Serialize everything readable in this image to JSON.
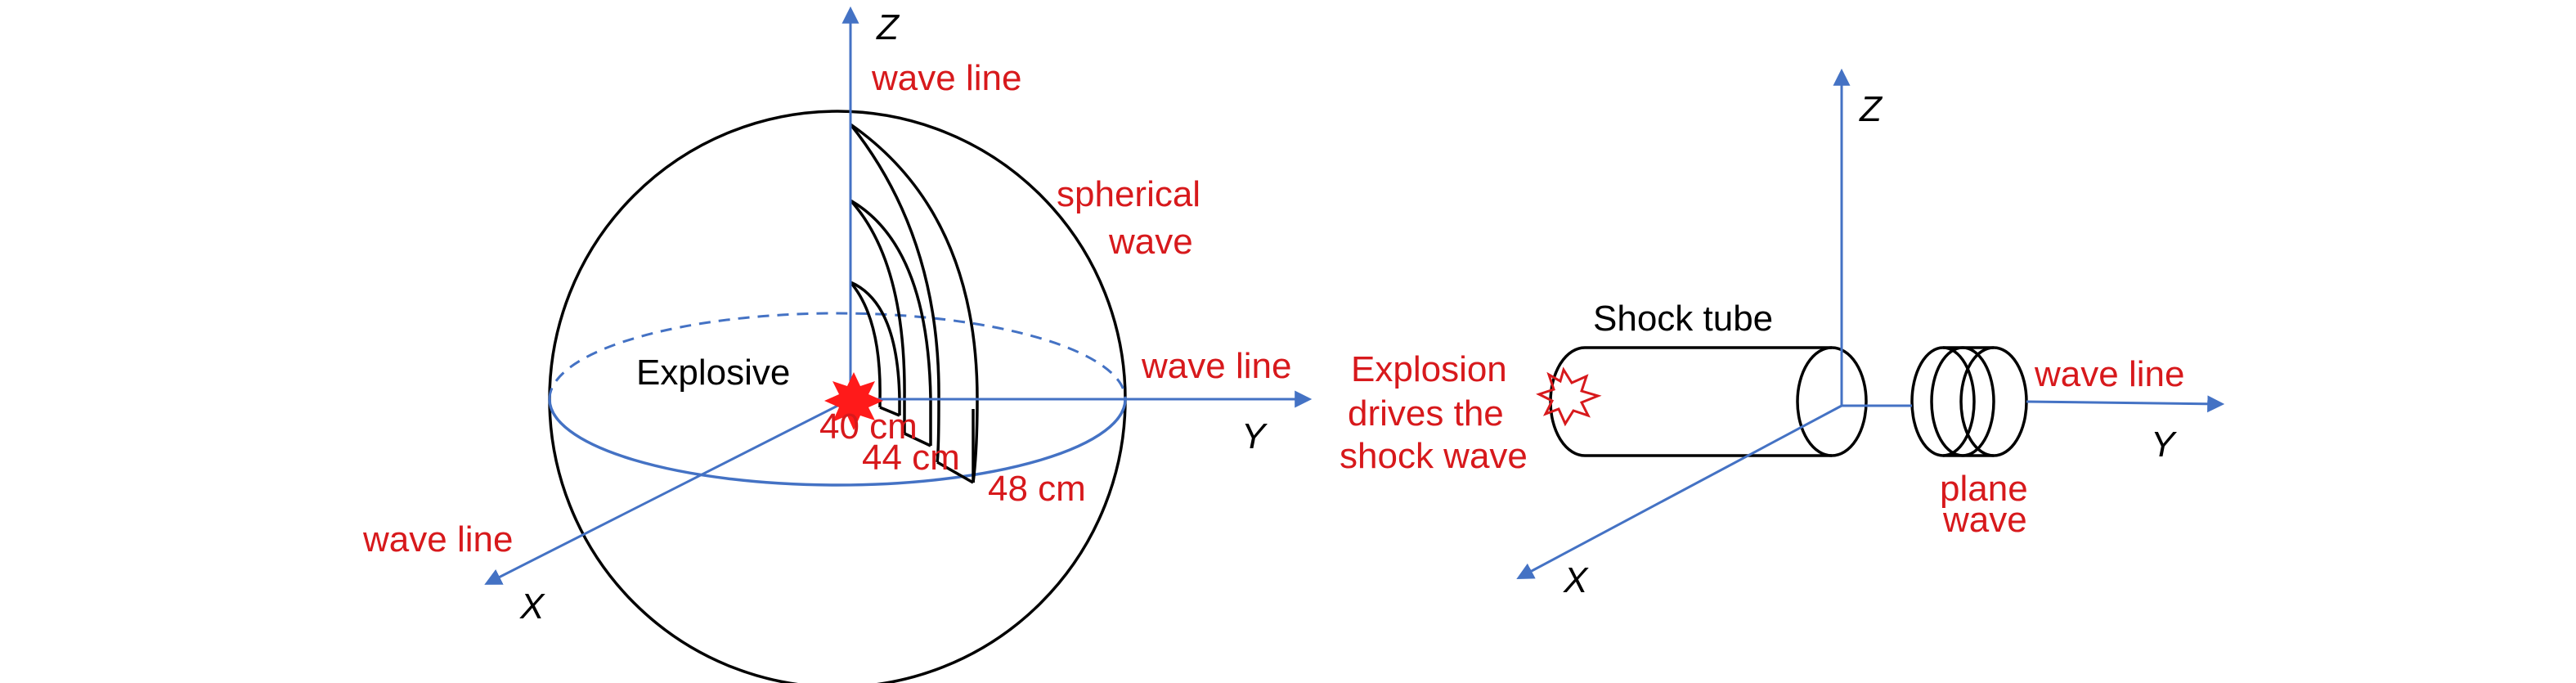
{
  "colors": {
    "axis": "#4472c4",
    "label": "#d7191c",
    "ink": "#000000",
    "burst": "#ff1a1a"
  },
  "left_panel": {
    "axis_z": "Z",
    "axis_y": "Y",
    "axis_x": "X",
    "top_wave_line": "wave line",
    "right_wave_line": "wave line",
    "left_wave_line": "wave line",
    "spherical_wave_line1": "spherical",
    "spherical_wave_line2": "wave",
    "explosive": "Explosive",
    "radius_1": "40 cm",
    "radius_2": "44 cm",
    "radius_3": "48 cm"
  },
  "right_panel": {
    "axis_z": "Z",
    "axis_y": "Y",
    "axis_x": "X",
    "shock_tube": "Shock tube",
    "explosion_line1": "Explosion",
    "explosion_line2": "drives the",
    "explosion_line3": "shock wave",
    "wave_line": "wave line",
    "plane_wave_line1": "plane",
    "plane_wave_line2": "wave"
  }
}
